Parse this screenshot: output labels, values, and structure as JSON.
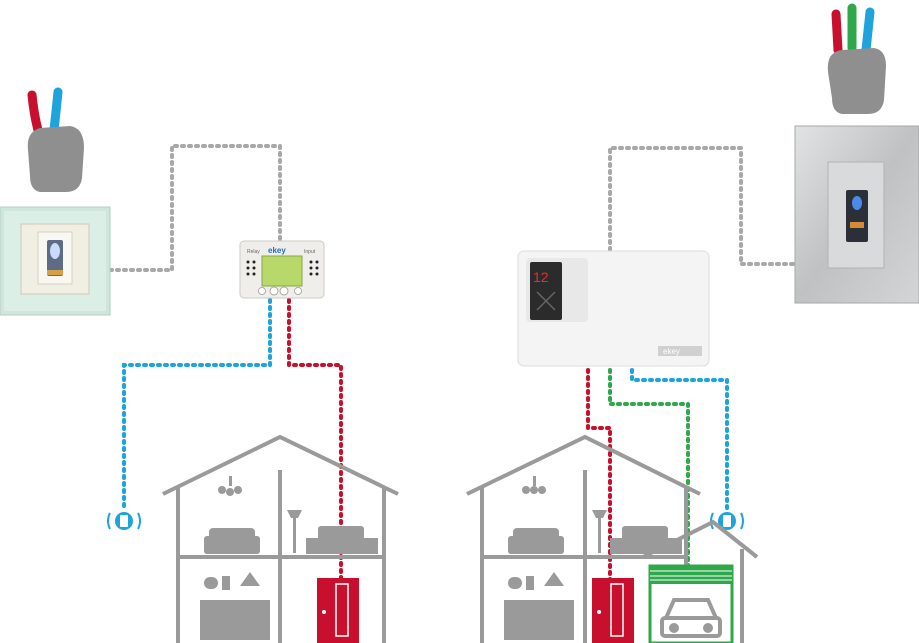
{
  "left_system": {
    "controller": {
      "brand": "ekey",
      "relay_label": "Relay",
      "input_label": "Input"
    }
  },
  "right_system": {
    "display_value": "12",
    "unit_brand": "ekey"
  },
  "colors": {
    "finger_red": "#c8102e",
    "finger_blue": "#1ea3dc",
    "finger_green": "#2ea84a",
    "hand_gray": "#8f8f8f",
    "house_gray": "#9a9a9a",
    "wire_gray": "#a8a8a8",
    "door_red": "#c8102e",
    "garage_green": "#2ea84a"
  },
  "icons": [
    "hand-two-fingers-icon",
    "hand-three-fingers-icon",
    "fingerprint-reader-icon",
    "wireless-remote-icon",
    "house-icon",
    "door-icon",
    "garage-door-icon",
    "car-icon"
  ]
}
